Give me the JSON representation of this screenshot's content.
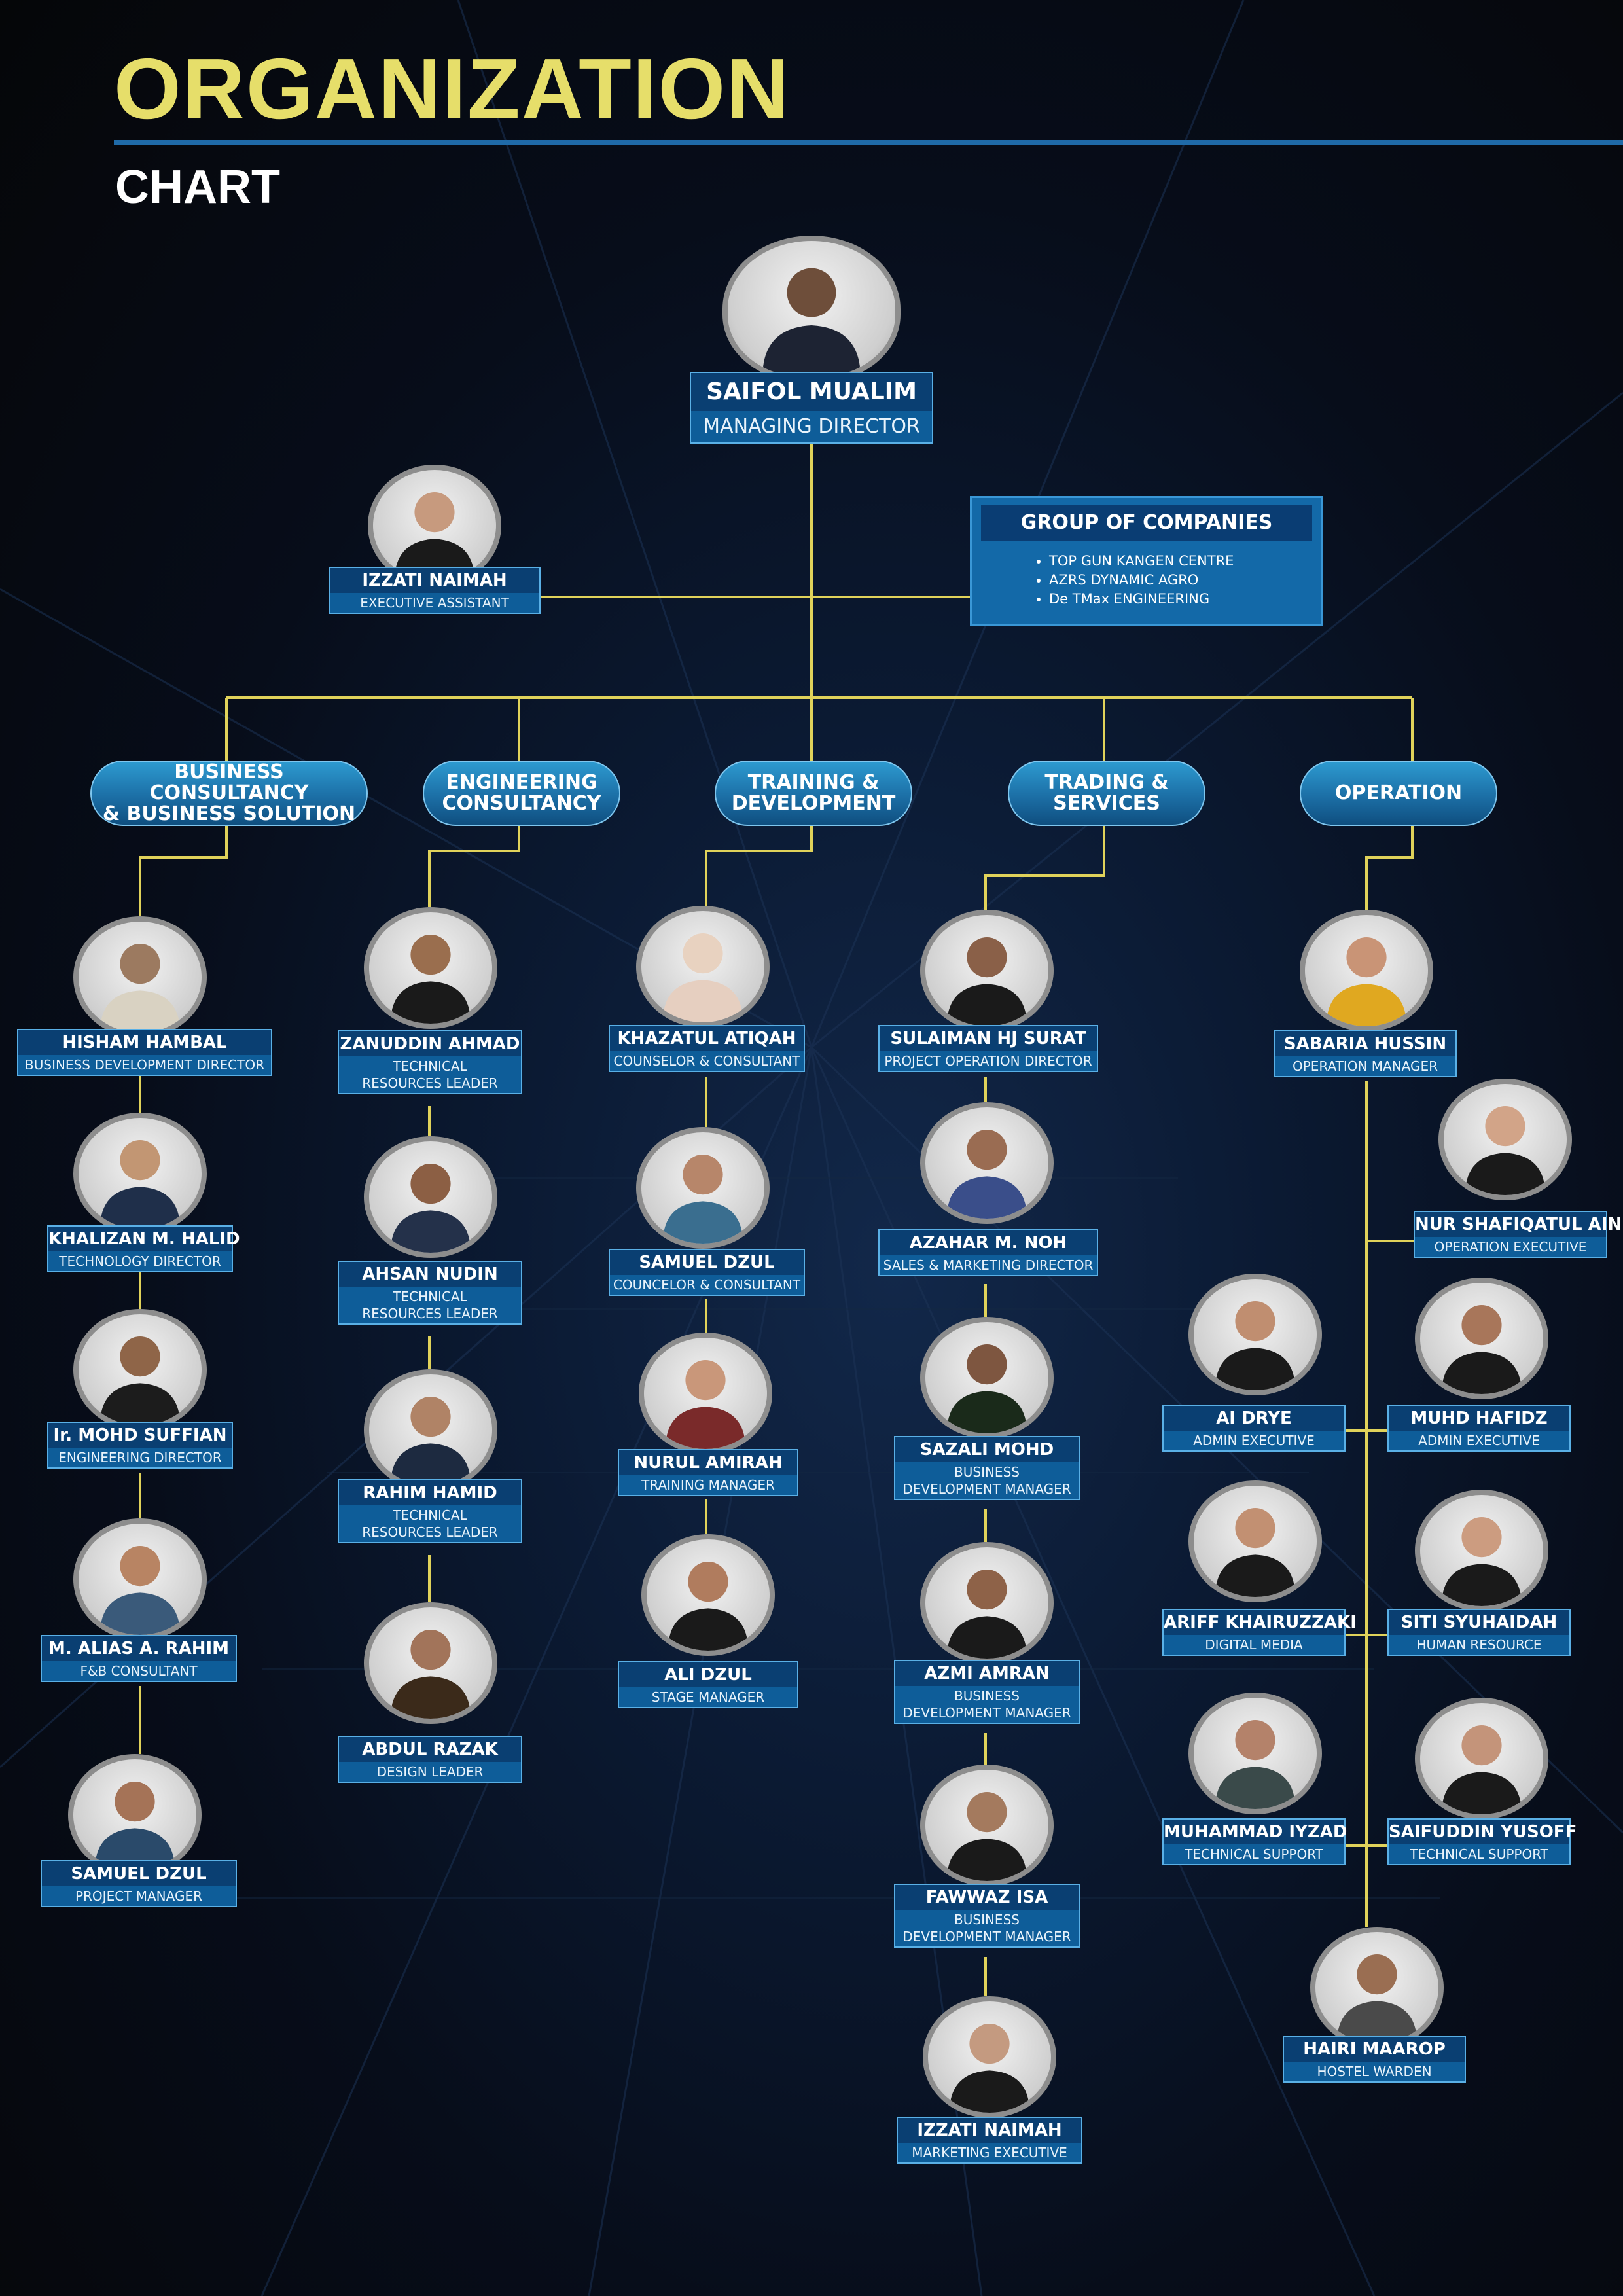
{
  "header": {
    "title": "ORGANIZATION",
    "subtitle": "CHART"
  },
  "top": {
    "name": "SAIFOL MUALIM",
    "role": "MANAGING DIRECTOR"
  },
  "assistant": {
    "name": "IZZATI NAIMAH",
    "role": "EXECUTIVE ASSISTANT"
  },
  "group": {
    "title": "GROUP OF COMPANIES",
    "companies": [
      "TOP GUN KANGEN CENTRE",
      "AZRS DYNAMIC AGRO",
      "De TMax ENGINEERING"
    ]
  },
  "departments": [
    {
      "line1": "BUSINESS CONSULTANCY",
      "line2": "& BUSINESS SOLUTION"
    },
    {
      "line1": "ENGINEERING",
      "line2": "CONSULTANCY"
    },
    {
      "line1": "TRAINING &",
      "line2": "DEVELOPMENT"
    },
    {
      "line1": "TRADING &",
      "line2": "SERVICES"
    },
    {
      "line1": "OPERATION",
      "line2": ""
    }
  ],
  "business": [
    {
      "name": "HISHAM HAMBAL",
      "role": "BUSINESS DEVELOPMENT DIRECTOR"
    },
    {
      "name": "KHALIZAN M. HALID",
      "role": "TECHNOLOGY DIRECTOR"
    },
    {
      "name": "Ir. MOHD SUFFIAN",
      "role": "ENGINEERING DIRECTOR"
    },
    {
      "name": "M. ALIAS A. RAHIM",
      "role": "F&B CONSULTANT"
    },
    {
      "name": "SAMUEL DZUL",
      "role": "PROJECT MANAGER"
    }
  ],
  "engineering": [
    {
      "name": "ZANUDDIN AHMAD",
      "role1": "TECHNICAL",
      "role2": "RESOURCES LEADER"
    },
    {
      "name": "AHSAN NUDIN",
      "role1": "TECHNICAL",
      "role2": "RESOURCES LEADER"
    },
    {
      "name": "RAHIM HAMID",
      "role1": "TECHNICAL",
      "role2": "RESOURCES LEADER"
    },
    {
      "name": "ABDUL RAZAK",
      "role1": "DESIGN LEADER",
      "role2": ""
    }
  ],
  "training": [
    {
      "name": "KHAZATUL ATIQAH",
      "role": "COUNSELOR & CONSULTANT"
    },
    {
      "name": "SAMUEL DZUL",
      "role": "COUNCELOR & CONSULTANT"
    },
    {
      "name": "NURUL AMIRAH",
      "role": "TRAINING MANAGER"
    },
    {
      "name": "ALI DZUL",
      "role": "STAGE MANAGER"
    }
  ],
  "trading": [
    {
      "name": "SULAIMAN HJ SURAT",
      "role1": "PROJECT OPERATION DIRECTOR",
      "role2": ""
    },
    {
      "name": "AZAHAR M. NOH",
      "role1": "SALES & MARKETING DIRECTOR",
      "role2": ""
    },
    {
      "name": "SAZALI MOHD",
      "role1": "BUSINESS",
      "role2": "DEVELOPMENT MANAGER"
    },
    {
      "name": "AZMI AMRAN",
      "role1": "BUSINESS",
      "role2": "DEVELOPMENT MANAGER"
    },
    {
      "name": "FAWWAZ ISA",
      "role1": "BUSINESS",
      "role2": "DEVELOPMENT MANAGER"
    },
    {
      "name": "IZZATI NAIMAH",
      "role1": "MARKETING EXECUTIVE",
      "role2": ""
    }
  ],
  "operation": [
    {
      "name": "SABARIA HUSSIN",
      "role": "OPERATION MANAGER"
    },
    {
      "name": "NUR SHAFIQATUL AIN",
      "role": "OPERATION EXECUTIVE"
    },
    {
      "name": "AI DRYE",
      "role": "ADMIN EXECUTIVE"
    },
    {
      "name": "MUHD HAFIDZ",
      "role": "ADMIN EXECUTIVE"
    },
    {
      "name": "ARIFF KHAIRUZZAKI",
      "role": "DIGITAL MEDIA"
    },
    {
      "name": "SITI SYUHAIDAH",
      "role": "HUMAN RESOURCE"
    },
    {
      "name": "MUHAMMAD IYZAD",
      "role": "TECHNICAL SUPPORT"
    },
    {
      "name": "SAIFUDDIN YUSOFF",
      "role": "TECHNICAL SUPPORT"
    },
    {
      "name": "HAIRI MAAROP",
      "role": "HOSTEL WARDEN"
    }
  ],
  "colors": {
    "title": "#e6de6a",
    "connector": "#e0d25a",
    "card_name_bg": "#0a3f72",
    "card_role_bg": "#0e5d99",
    "department": "#1c6fa6"
  }
}
